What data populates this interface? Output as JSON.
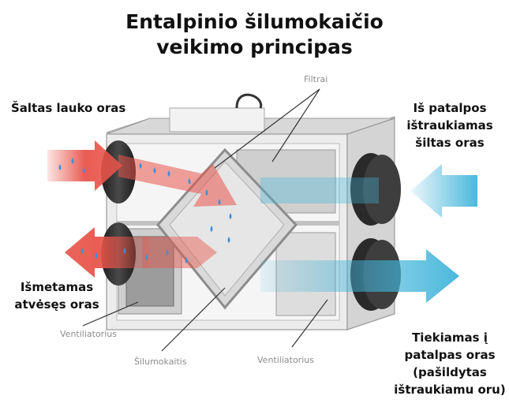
{
  "title": {
    "line1": "Entalpinio šilumokaičio",
    "line2": "veikimo principas"
  },
  "labels": {
    "cold_outdoor_air": "Šaltas lauko oras",
    "exhaust_line1": "Išmetamas",
    "exhaust_line2": "atvėsęs oras",
    "extract_line1": "Iš patalpos",
    "extract_line2": "ištraukiamas",
    "extract_line3": "šiltas oras",
    "supply_line1": "Tiekiamas į",
    "supply_line2": "patalpas oras",
    "supply_line3": "(pašildytas",
    "supply_line4": "ištraukiamu oru)",
    "filters": "Filtrai",
    "fan_left": "Ventiliatorius",
    "heat_exchanger": "Šilumokaitis",
    "fan_right": "Ventiliatorius"
  },
  "colors": {
    "warm_arrow": "#e8544a",
    "cool_arrow": "#41b4da",
    "droplet": "#3f8fd6",
    "housing": "#e9e9e9",
    "duct": "#2b2b2b"
  },
  "icons": [
    "water-droplet-icon",
    "arrow-icon"
  ]
}
